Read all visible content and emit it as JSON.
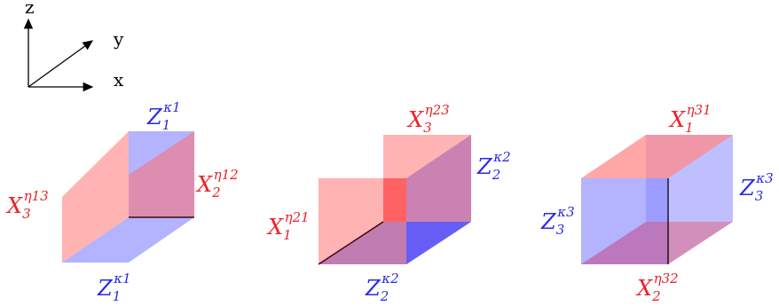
{
  "axes": {
    "z": "z",
    "y": "y",
    "x": "x"
  },
  "colors": {
    "red_face": "#ff8a8a",
    "blue_face": "#8a8aff",
    "red_text": "#e8232a",
    "blue_text": "#2a2ae8"
  },
  "box1": {
    "top_label": {
      "base": "Z",
      "sub": "1",
      "sup": "κ1"
    },
    "bottom_label": {
      "base": "Z",
      "sub": "1",
      "sup": "κ1"
    },
    "left_label": {
      "base": "X",
      "sub": "3",
      "sup": "η13"
    },
    "right_label": {
      "base": "X",
      "sub": "2",
      "sup": "η12"
    }
  },
  "box2": {
    "top_label": {
      "base": "X",
      "sub": "3",
      "sup": "η23"
    },
    "right_label": {
      "base": "Z",
      "sub": "2",
      "sup": "κ2"
    },
    "left_label": {
      "base": "X",
      "sub": "1",
      "sup": "η21"
    },
    "bottom_label": {
      "base": "Z",
      "sub": "2",
      "sup": "κ2"
    }
  },
  "box3": {
    "top_label": {
      "base": "X",
      "sub": "1",
      "sup": "η31"
    },
    "right_label": {
      "base": "Z",
      "sub": "3",
      "sup": "κ3"
    },
    "left_label": {
      "base": "Z",
      "sub": "3",
      "sup": "κ3"
    },
    "bottom_label": {
      "base": "X",
      "sub": "2",
      "sup": "η32"
    }
  }
}
